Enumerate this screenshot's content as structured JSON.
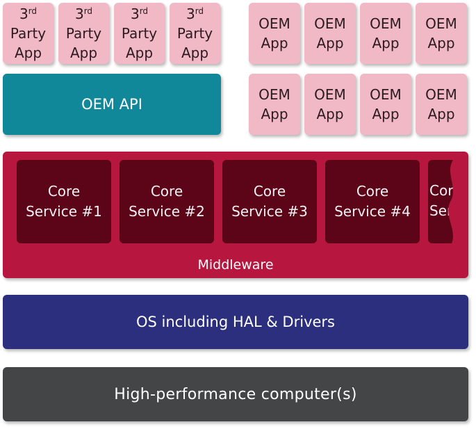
{
  "third_party_apps": [
    {
      "line1_prefix": "3",
      "line1_sup": "rd",
      "line2": "Party",
      "line3": "App"
    },
    {
      "line1_prefix": "3",
      "line1_sup": "rd",
      "line2": "Party",
      "line3": "App"
    },
    {
      "line1_prefix": "3",
      "line1_sup": "rd",
      "line2": "Party",
      "line3": "App"
    },
    {
      "line1_prefix": "3",
      "line1_sup": "rd",
      "line2": "Party",
      "line3": "App"
    }
  ],
  "oem_apps_row1": [
    {
      "line1": "OEM",
      "line2": "App"
    },
    {
      "line1": "OEM",
      "line2": "App"
    },
    {
      "line1": "OEM",
      "line2": "App"
    },
    {
      "line1": "OEM",
      "line2": "App"
    }
  ],
  "oem_apps_row2": [
    {
      "line1": "OEM",
      "line2": "App"
    },
    {
      "line1": "OEM",
      "line2": "App"
    },
    {
      "line1": "OEM",
      "line2": "App"
    },
    {
      "line1": "OEM",
      "line2": "App"
    }
  ],
  "oem_api": {
    "label": "OEM API"
  },
  "middleware": {
    "label": "Middleware",
    "core_services": [
      {
        "line1": "Core",
        "line2": "Service #1"
      },
      {
        "line1": "Core",
        "line2": "Service #2"
      },
      {
        "line1": "Core",
        "line2": "Service #3"
      },
      {
        "line1": "Core",
        "line2": "Service #4"
      },
      {
        "line1": "Core",
        "line2": "Service"
      }
    ]
  },
  "os": {
    "label": "OS including HAL & Drivers"
  },
  "hardware": {
    "label": "High-performance computer(s)"
  },
  "colors": {
    "app_pink": "#f1b8c5",
    "oem_api_teal": "#11889a",
    "middleware_red": "#b7163f",
    "core_service_dark": "#5c0418",
    "os_navy": "#2c2f7e",
    "hardware_gray": "#434547"
  }
}
